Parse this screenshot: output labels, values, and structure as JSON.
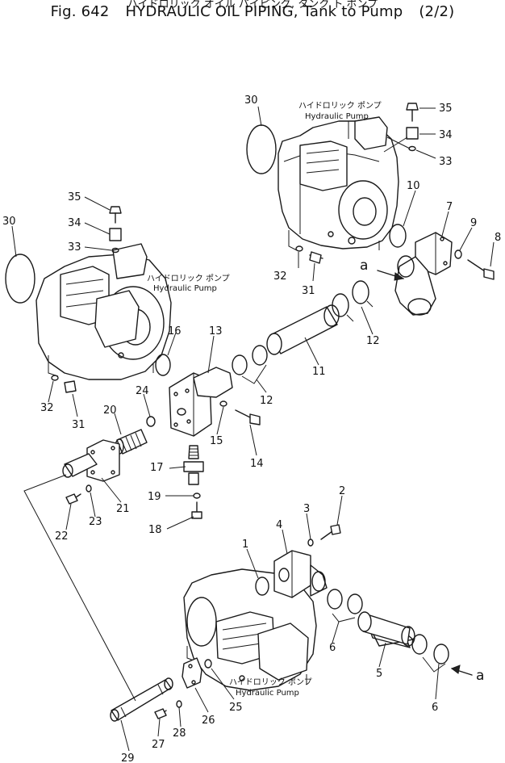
{
  "header": {
    "jp_title": "ハイドロリック オイル パイピング, タンク ト ポンプ",
    "fig_no": "Fig. 642",
    "title": "HYDRAULIC OIL PIPING, Tank to Pump",
    "page_fraction": "(2/2)"
  },
  "pump_labels": {
    "jp": "ハイドロリック ポンプ",
    "en": "Hydraulic Pump"
  },
  "view_ref": "a",
  "part_numbers": [
    "1",
    "2",
    "3",
    "4",
    "5",
    "6",
    "7",
    "8",
    "9",
    "10",
    "11",
    "12",
    "13",
    "14",
    "15",
    "16",
    "17",
    "18",
    "19",
    "20",
    "21",
    "22",
    "23",
    "24",
    "25",
    "26",
    "27",
    "28",
    "29",
    "30",
    "31",
    "32",
    "33",
    "34",
    "35"
  ]
}
